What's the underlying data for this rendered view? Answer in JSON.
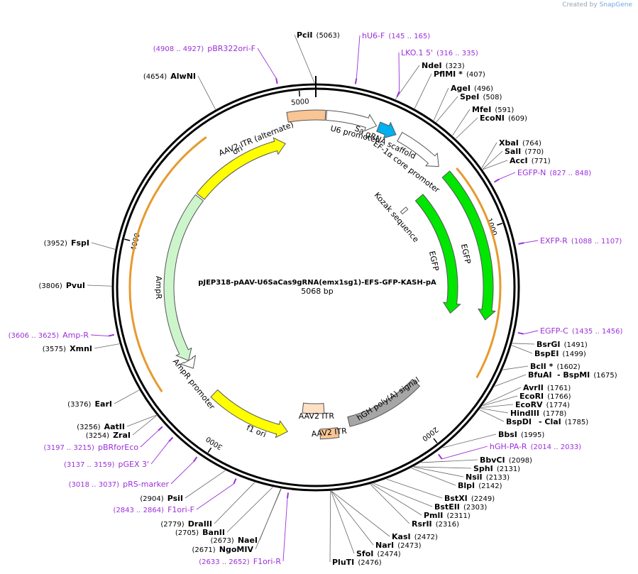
{
  "credit": {
    "prefix": "Created by",
    "brand": "SnapGene"
  },
  "plasmid": {
    "name": "pJEP318-pAAV-U6SaCas9gRNA(emx1sg1)-EFS-GFP-KASH-pA",
    "length_label": "5068 bp",
    "length": 5068
  },
  "ticks": [
    "1000",
    "2000",
    "3000",
    "4000",
    "5000"
  ],
  "features": [
    {
      "label": "AAV2 ITR (alternate)",
      "color": "#f9c594"
    },
    {
      "label": "U6 promoter",
      "color": "#ffffff"
    },
    {
      "label": "Sa gRNA scaffold",
      "color": "#00b0f0"
    },
    {
      "label": "EF-1α core promoter",
      "color": "#ffffff"
    },
    {
      "label": "EGFP",
      "color": "#00e600"
    },
    {
      "label": "EGFP",
      "color": "#00e600"
    },
    {
      "label": "Kozak sequence",
      "color": "#ffffff"
    },
    {
      "label": "hGH poly(A) signal",
      "color": "#a6a6a6"
    },
    {
      "label": "AAV2 ITR",
      "color": "#f9c594"
    },
    {
      "label": "AAV2 ITR",
      "color": "#fde0c5"
    },
    {
      "label": "f1 ori",
      "color": "#ffff00"
    },
    {
      "label": "AmpR",
      "color": "#ccf5cc"
    },
    {
      "label": "AmpR promoter",
      "color": "#ffffff"
    },
    {
      "label": "ori",
      "color": "#ffff00"
    }
  ],
  "enzymes": [
    {
      "name": "PciI",
      "pos": "(5063)"
    },
    {
      "name": "AlwNI",
      "pos": "(4654)"
    },
    {
      "name": "NdeI",
      "pos": "(323)"
    },
    {
      "name": "PflMI *",
      "pos": "(407)"
    },
    {
      "name": "AgeI",
      "pos": "(496)"
    },
    {
      "name": "SpeI",
      "pos": "(508)"
    },
    {
      "name": "MfeI",
      "pos": "(591)"
    },
    {
      "name": "EcoNI",
      "pos": "(609)"
    },
    {
      "name": "XbaI",
      "pos": "(764)"
    },
    {
      "name": "SalI",
      "pos": "(770)"
    },
    {
      "name": "AccI",
      "pos": "(771)"
    },
    {
      "name": "BsrGI",
      "pos": "(1491)"
    },
    {
      "name": "BspEI",
      "pos": "(1499)"
    },
    {
      "name": "BclI *",
      "pos": "(1602)"
    },
    {
      "name": "BfuAI",
      "pos": ""
    },
    {
      "name": "- BspMI",
      "pos": "(1675)"
    },
    {
      "name": "AvrII",
      "pos": "(1761)"
    },
    {
      "name": "EcoRI",
      "pos": "(1766)"
    },
    {
      "name": "EcoRV",
      "pos": "(1774)"
    },
    {
      "name": "HindIII",
      "pos": "(1778)"
    },
    {
      "name": "BspDI",
      "pos": ""
    },
    {
      "name": "- ClaI",
      "pos": "(1785)"
    },
    {
      "name": "BbsI",
      "pos": "(1995)"
    },
    {
      "name": "BbvCI",
      "pos": "(2098)"
    },
    {
      "name": "SphI",
      "pos": "(2131)"
    },
    {
      "name": "NsiI",
      "pos": "(2133)"
    },
    {
      "name": "BlpI",
      "pos": "(2142)"
    },
    {
      "name": "BstXI",
      "pos": "(2249)"
    },
    {
      "name": "BstEII",
      "pos": "(2303)"
    },
    {
      "name": "PmlI",
      "pos": "(2311)"
    },
    {
      "name": "RsrII",
      "pos": "(2316)"
    },
    {
      "name": "KasI",
      "pos": "(2472)"
    },
    {
      "name": "NarI",
      "pos": "(2473)"
    },
    {
      "name": "SfoI",
      "pos": "(2474)"
    },
    {
      "name": "PluTI",
      "pos": "(2476)"
    },
    {
      "name": "NgoMIV",
      "pos": "(2671)"
    },
    {
      "name": "NaeI",
      "pos": "(2673)"
    },
    {
      "name": "BanII",
      "pos": "(2705)"
    },
    {
      "name": "DraIII",
      "pos": "(2779)"
    },
    {
      "name": "PsiI",
      "pos": "(2904)"
    },
    {
      "name": "ZraI",
      "pos": "(3254)"
    },
    {
      "name": "AatII",
      "pos": "(3256)"
    },
    {
      "name": "EarI",
      "pos": "(3376)"
    },
    {
      "name": "XmnI",
      "pos": "(3575)"
    },
    {
      "name": "PvuI",
      "pos": "(3806)"
    },
    {
      "name": "FspI",
      "pos": "(3952)"
    }
  ],
  "primers": [
    {
      "name": "hU6-F",
      "pos": "(145 .. 165)"
    },
    {
      "name": "LKO.1 5'",
      "pos": "(316 .. 335)"
    },
    {
      "name": "EGFP-N",
      "pos": "(827 .. 848)"
    },
    {
      "name": "EXFP-R",
      "pos": "(1088 .. 1107)"
    },
    {
      "name": "EGFP-C",
      "pos": "(1435 .. 1456)"
    },
    {
      "name": "hGH-PA-R",
      "pos": "(2014 .. 2033)"
    },
    {
      "name": "F1ori-R",
      "pos": "(2633 .. 2652)"
    },
    {
      "name": "F1ori-F",
      "pos": "(2843 .. 2864)"
    },
    {
      "name": "pRS-marker",
      "pos": "(3018 .. 3037)"
    },
    {
      "name": "pGEX 3'",
      "pos": "(3137 .. 3159)"
    },
    {
      "name": "pBRforEco",
      "pos": "(3197 .. 3215)"
    },
    {
      "name": "Amp-R",
      "pos": "(3606 .. 3625)"
    },
    {
      "name": "pBR322ori-F",
      "pos": "(4908 .. 4927)"
    }
  ],
  "colors": {
    "primer": "#9b30d9",
    "backbone": "#000000",
    "orf_outline": "#e69a2e"
  }
}
